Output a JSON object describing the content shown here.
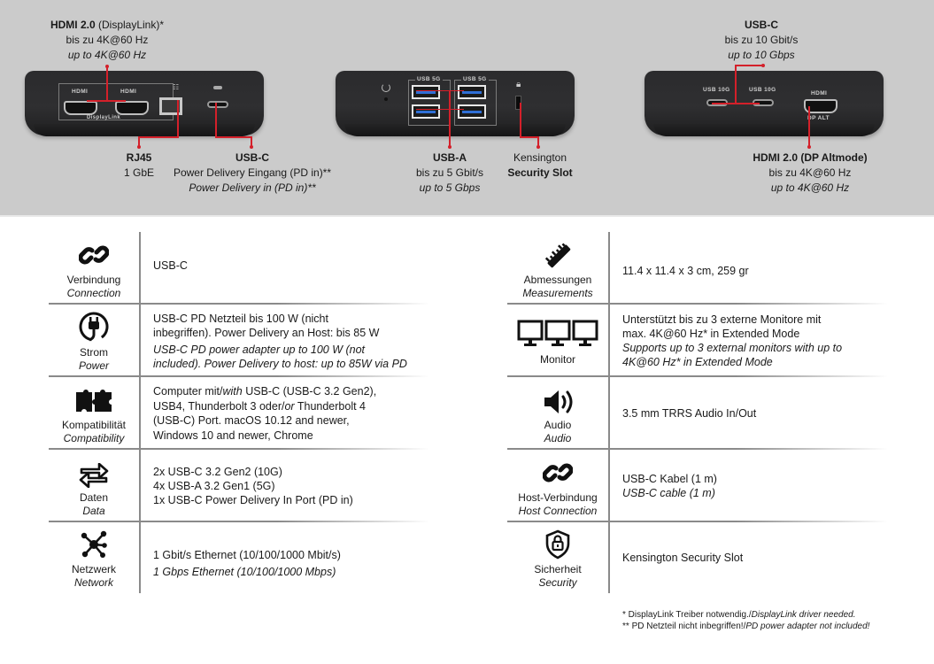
{
  "hero": {
    "background": "#cbcbcb",
    "accent_line_color": "#d4202a",
    "device_left": {
      "ports": [
        "HDMI",
        "HDMI",
        "RJ45",
        "USB-C PD"
      ],
      "port_labels": {
        "hdmi_1": "HDMI",
        "hdmi_2": "HDMI",
        "group": "DisplayLink"
      }
    },
    "device_center": {
      "port_labels": {
        "usb_group_1": "USB 5G",
        "usb_group_2": "USB 5G"
      }
    },
    "device_right": {
      "port_labels": {
        "usbc_1": "USB 10G",
        "usbc_2": "USB 10G",
        "hdmi": "HDMI",
        "hdmi_sub": "DP ALT"
      }
    },
    "callouts": {
      "hdmi_displaylink": {
        "title_bold": "HDMI 2.0",
        "title_rest": " (DisplayLink)*",
        "de": "bis zu 4K@60 Hz",
        "en": "up to 4K@60 Hz"
      },
      "rj45": {
        "title": "RJ45",
        "de": "1 GbE"
      },
      "usbc_pd": {
        "title": "USB-C",
        "de": "Power Delivery Eingang (PD in)**",
        "en": "Power Delivery in (PD in)**"
      },
      "usba": {
        "title": "USB-A",
        "de": "bis zu 5 Gbit/s",
        "en": "up to 5 Gbps"
      },
      "kensington": {
        "line1": "Kensington",
        "line2_bold": "Security Slot"
      },
      "usbc_10g": {
        "title": "USB-C",
        "de": "bis zu 10 Gbit/s",
        "en": "up to 10 Gbps"
      },
      "hdmi_dp": {
        "title": "HDMI 2.0 (DP Altmode)",
        "de": "bis zu 4K@60 Hz",
        "en": "up to 4K@60 Hz"
      }
    }
  },
  "specs": {
    "left": [
      {
        "icon": "link-icon",
        "de": "Verbindung",
        "en": "Connection",
        "lines": [
          "USB-C"
        ],
        "lines_en": []
      },
      {
        "icon": "power-plug-icon",
        "de": "Strom",
        "en": "Power",
        "lines": [
          "USB-C PD Netzteil bis 100 W (nicht",
          "inbegriffen). Power Delivery an Host: bis 85 W"
        ],
        "lines_en": [
          "USB-C PD power adapter up to 100 W (not",
          "included). Power Delivery to host: up to 85W via PD"
        ]
      },
      {
        "icon": "puzzle-icon",
        "de": "Kompatibilität",
        "en": "Compatibility",
        "rich": [
          {
            "a": "Computer mit/",
            "b": "with",
            "c": " USB-C (USB-C 3.2 Gen2),"
          },
          {
            "a": "USB4, Thunderbolt 3 oder/",
            "b": "or",
            "c": " Thunderbolt 4"
          },
          {
            "a": "(USB-C) Port. macOS 10.12 and newer,",
            "b": "",
            "c": ""
          },
          {
            "a": "Windows 10 and newer, Chrome",
            "b": "",
            "c": ""
          }
        ]
      },
      {
        "icon": "data-exchange-icon",
        "de": "Daten",
        "en": "Data",
        "lines": [
          "2x USB-C 3.2 Gen2 (10G)",
          "4x USB-A 3.2 Gen1 (5G)",
          "1x USB-C Power Delivery In Port (PD in)"
        ],
        "lines_en": []
      },
      {
        "icon": "network-icon",
        "de": "Netzwerk",
        "en": "Network",
        "lines": [
          "1 Gbit/s Ethernet (10/100/1000 Mbit/s)"
        ],
        "lines_en": [
          "1 Gbps Ethernet (10/100/1000 Mbps)"
        ]
      }
    ],
    "right": [
      {
        "icon": "ruler-icon",
        "de": "Abmessungen",
        "en": "Measurements",
        "lines": [
          "11.4 x 11.4 x 3 cm, 259 gr"
        ],
        "lines_en": []
      },
      {
        "icon": "triple-monitor-icon",
        "de": "Monitor",
        "en": "",
        "lines": [
          "Unterstützt bis zu 3 externe Monitore mit",
          "max. 4K@60 Hz* in Extended Mode"
        ],
        "lines_en": [
          "Supports up to 3 external monitors with up to",
          "4K@60 Hz* in Extended Mode"
        ]
      },
      {
        "icon": "speaker-icon",
        "de": "Audio",
        "en": "Audio",
        "lines": [
          "3.5 mm TRRS Audio In/Out"
        ],
        "lines_en": []
      },
      {
        "icon": "link-icon",
        "de": "Host-Verbindung",
        "en": "Host Connection",
        "lines": [
          "USB-C Kabel (1 m)"
        ],
        "lines_en": [
          "USB-C cable (1 m)"
        ]
      },
      {
        "icon": "shield-lock-icon",
        "de": "Sicherheit",
        "en": "Security",
        "lines": [
          "Kensington Security Slot"
        ],
        "lines_en": []
      }
    ]
  },
  "footnotes": [
    {
      "mark": "*",
      "de": "  DisplayLink Treiber notwendig./",
      "en": "DisplayLink driver needed."
    },
    {
      "mark": "**",
      "de": " PD Netzteil nicht inbegriffen!/",
      "en": "PD power adapter not included!"
    }
  ]
}
